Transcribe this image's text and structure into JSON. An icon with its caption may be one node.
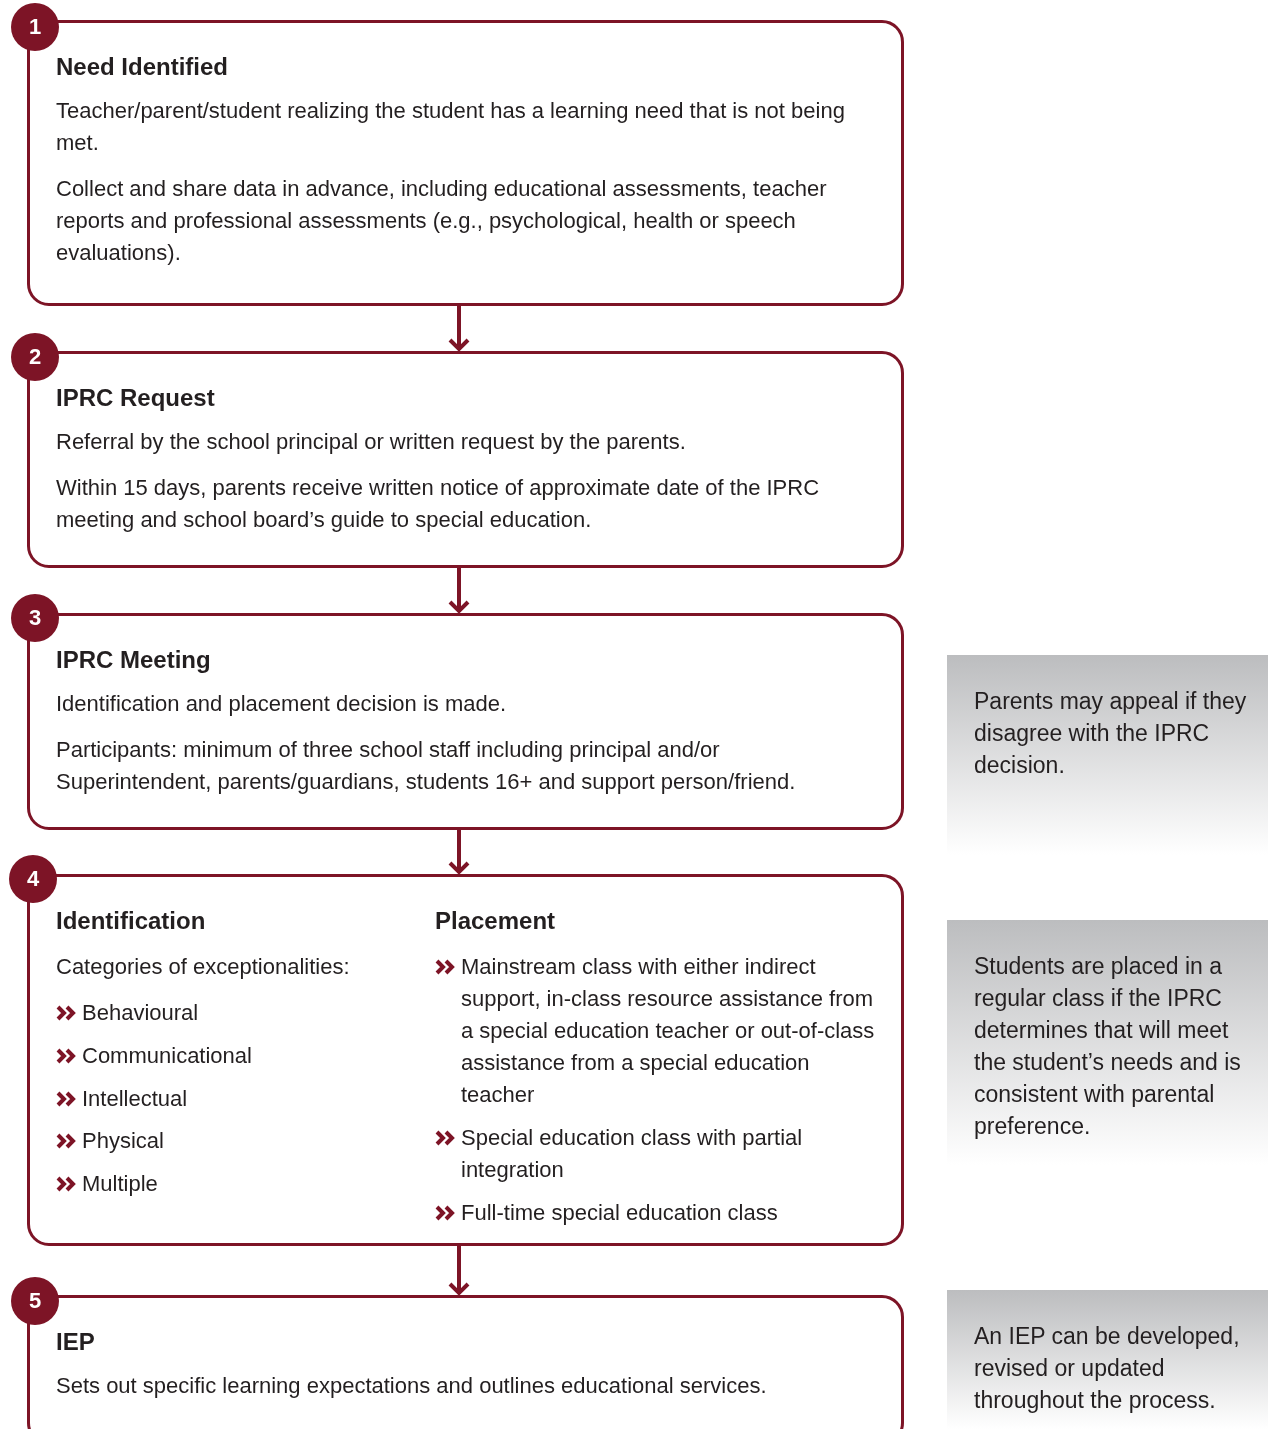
{
  "diagram": {
    "nodes": [
      {
        "text": [
          "1"
        ]
      },
      {
        "text": [
          "Need Identified",
          "Teacher/parent/student realizing the student has a learning need that is not being met.",
          "Collect and share data in advance, including educational assessments, teacher reports and professional assessments (e.g., psychological, health or speech evaluations)."
        ]
      },
      {
        "text": [
          "2"
        ]
      },
      {
        "text": [
          "IPRC Request",
          "Referral by the school principal or written request by the parents.",
          "Within 15 days, parents receive written notice of approximate date of the IPRC meeting and school board’s guide to special education."
        ]
      },
      {
        "text": [
          "3"
        ]
      },
      {
        "text": [
          "IPRC Meeting",
          "Identification and placement decision is made.",
          "Participants: minimum of three school staff including principal and/or Superintendent, parents/guardians, students 16+ and support person/friend."
        ]
      },
      {
        "text": [
          "4"
        ]
      },
      {
        "text": [
          "Identification",
          "Categories of exceptionalities:",
          "Behavioural",
          "Communicational",
          "Intellectual",
          "Physical",
          "Multiple",
          "Placement",
          "Mainstream class with either indirect support, in-class resource assistance from a special education teacher or out-of-class assistance from a special education teacher",
          "Special education class with partial integration",
          "Full-time special education class"
        ]
      },
      {
        "text": [
          "5"
        ]
      },
      {
        "text": [
          "IEP",
          "Sets out specific learning expectations and outlines educational services."
        ]
      },
      {
        "text": [
          "Parents may appeal if they disagree with the IPRC decision."
        ]
      },
      {
        "text": [
          "Students are placed in a regular class if the IPRC determines that will meet the student’s needs and is consistent with parental preference."
        ]
      },
      {
        "text": [
          "An IEP can be developed, revised or updated throughout the process."
        ]
      }
    ],
    "edges": [
      {
        "from": 1,
        "to": 3,
        "arrow": "to"
      },
      {
        "from": 3,
        "to": 5,
        "arrow": "to"
      },
      {
        "from": 5,
        "to": 7,
        "arrow": "to"
      },
      {
        "from": 7,
        "to": 9,
        "arrow": "to"
      }
    ]
  }
}
